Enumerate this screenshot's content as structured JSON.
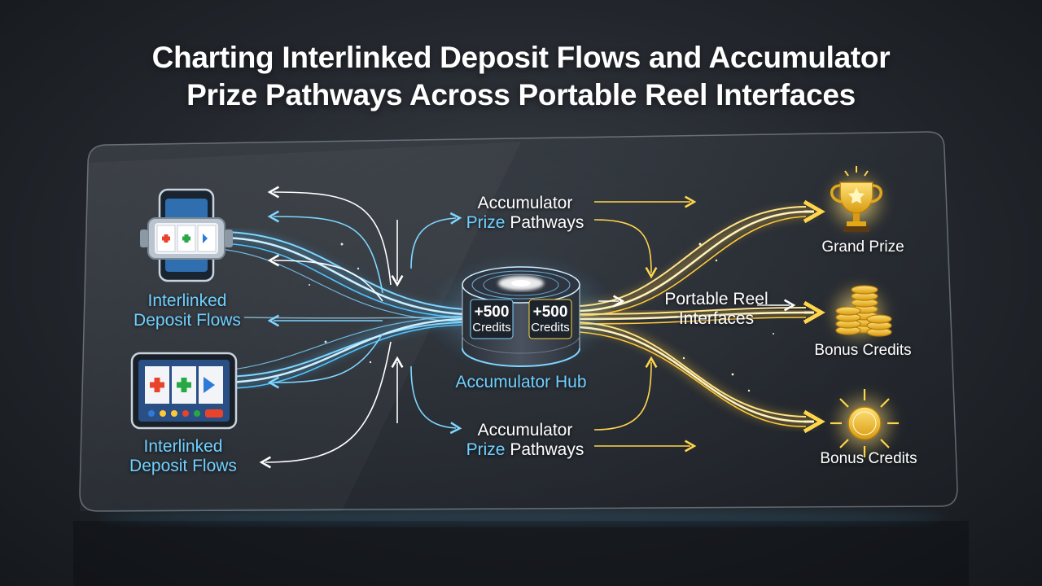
{
  "title": {
    "line1": "Charting Interlinked Deposit Flows and Accumulator",
    "line2": "Prize Pathways Across Portable Reel Interfaces"
  },
  "sources": [
    {
      "device": "phone-slot",
      "label_line1": "Interlinked",
      "label_line2": "Deposit Flows"
    },
    {
      "device": "tablet-slot",
      "label_line1": "Interlinked",
      "label_line2": "Deposit Flows"
    }
  ],
  "hub": {
    "label": "Accumulator Hub",
    "credit_left_value": "+500",
    "credit_left_unit": "Credits",
    "credit_right_value": "+500",
    "credit_right_unit": "Credits"
  },
  "pathway_top": {
    "line1": "Accumulator",
    "line2_prefix": "Prize",
    "line2_suffix": " Pathways"
  },
  "pathway_bottom": {
    "line1": "Accumulator",
    "line2_prefix": "Prize",
    "line2_suffix": " Pathways"
  },
  "center_right_label": {
    "line1": "Portable Reel",
    "line2": "Interfaces"
  },
  "outcomes": [
    {
      "icon": "trophy-icon",
      "label": "Grand Prize"
    },
    {
      "icon": "coin-stack-icon",
      "label": "Bonus Credits"
    },
    {
      "icon": "sun-coin-icon",
      "label": "Bonus Credits"
    }
  ],
  "colors": {
    "deposit_flow": "#4fc3ff",
    "prize_flow": "#ffd54a",
    "label_accent": "#6fd0ff"
  }
}
